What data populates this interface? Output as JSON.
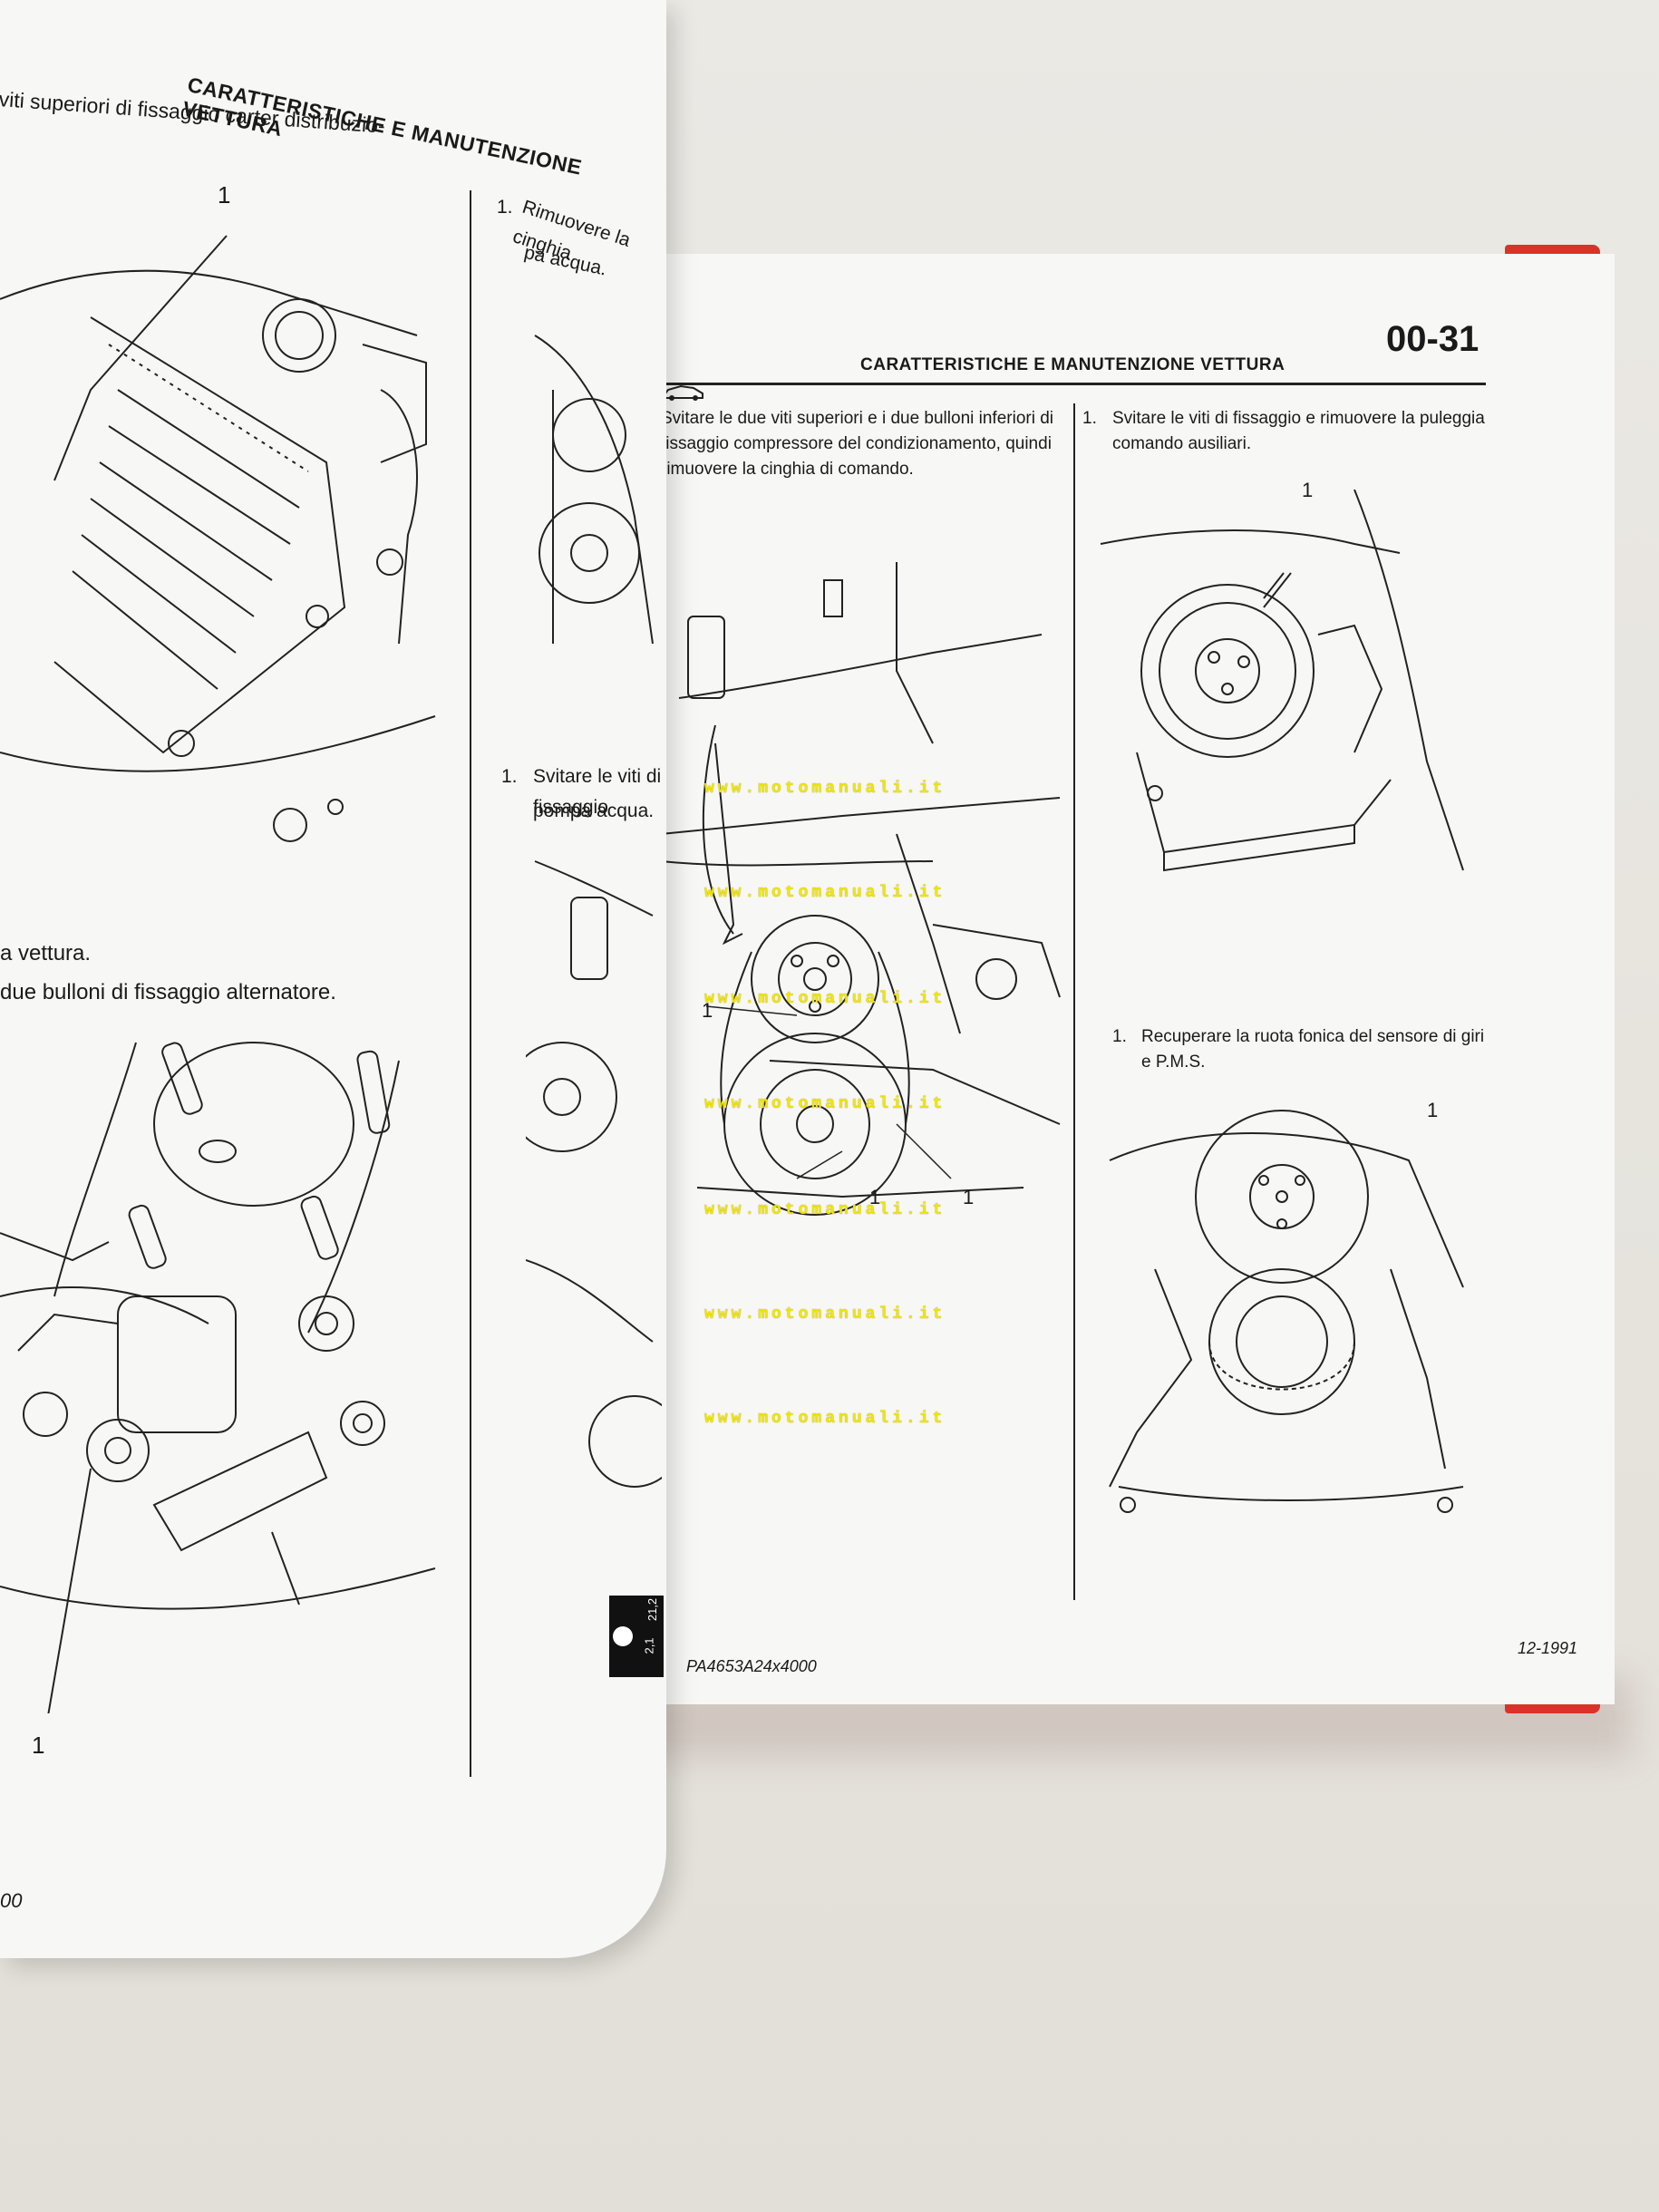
{
  "left_page": {
    "header": "CARATTERISTICHE E MANUTENZIONE VETTURA",
    "top_text": "viti superiori di fissaggio carter distribuzio-",
    "step1_mid": "1.",
    "step1_mid_text_a": "Rimuovere la cinghia",
    "step1_mid_text_b": "pa acqua.",
    "lower_line1": "a vettura.",
    "lower_line2": "due bulloni di fissaggio alternatore.",
    "step1_b": "1.",
    "step1_b_text_a": "Svitare le viti di fissaggio",
    "step1_b_text_b": "pompa acqua.",
    "callout_top": "1",
    "callout_bottom": "1",
    "page_num_fragment": "00",
    "badge_a": "21,2",
    "badge_b": "2,1"
  },
  "right_page": {
    "header": "CARATTERISTICHE E MANUTENZIONE VETTURA",
    "page_number": "00-31",
    "col1_text": "Svitare le due viti superiori e i due bulloni inferiori di fissaggio compressore del condizionamento, quindi rimuovere la cinghia di comando.",
    "col2_step1_num": "1.",
    "col2_step1_text": "Svitare le viti di fissaggio e rimuovere la puleggia comando ausiliari.",
    "col2_step2_num": "1.",
    "col2_step2_text": "Recuperare la ruota fonica del sensore di giri e P.M.S.",
    "callouts": [
      "1",
      "1",
      "1",
      "1",
      "1"
    ],
    "footer_left": "PA4653A24x4000",
    "footer_right": "12-1991"
  },
  "watermark": "www.motomanuali.it",
  "colors": {
    "cover_red": "#d8332b",
    "watermark_yellow": "#f2e600",
    "paper": "#f7f7f5"
  }
}
